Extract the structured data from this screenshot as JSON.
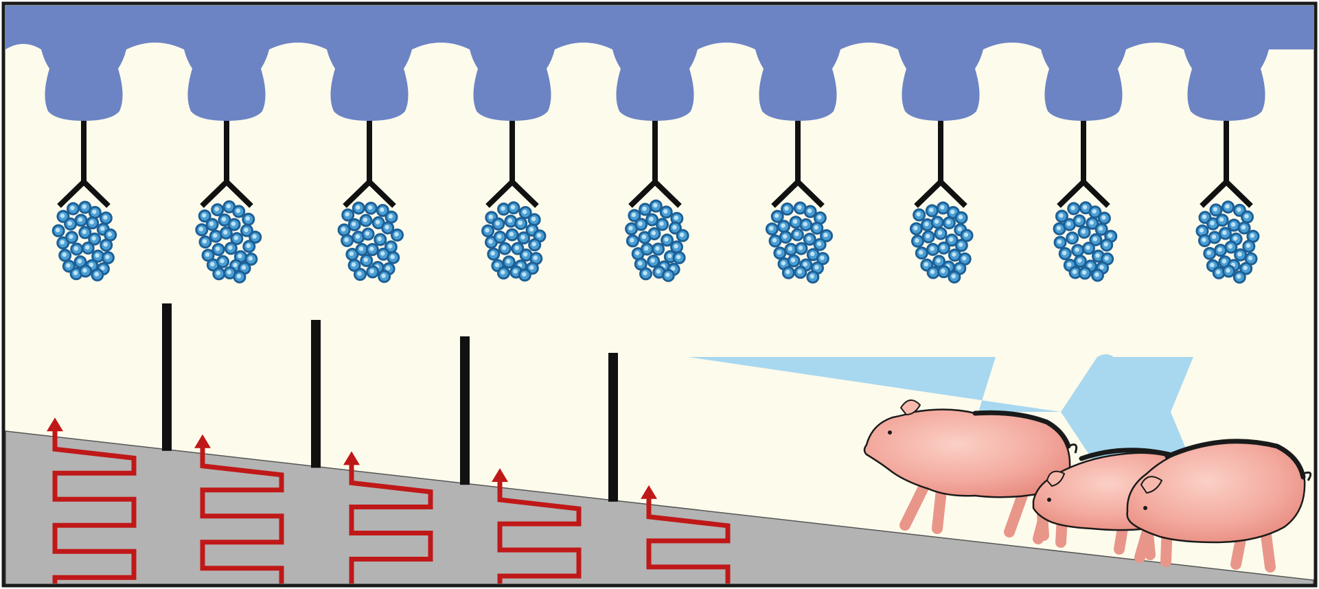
{
  "colors": {
    "background": "#fdfbec",
    "border": "#1a1a1a",
    "ceiling": "#6c84c4",
    "nozzle": "#111111",
    "droplet_fill": "#4a9fd4",
    "droplet_ring": "#1d5f95",
    "droplet_highlight": "#bfe3f5",
    "arrow": "#a8d8ef",
    "floor": "#b3b3b3",
    "post": "#111111",
    "heating_pipe": "#c01818",
    "pig_body": "#f3a99e",
    "pig_outline": "#1a1a1a"
  },
  "icons": {
    "ceiling": "ceiling-duct-icon",
    "nozzle": "spray-nozzle-icon",
    "droplets": "water-droplets-icon",
    "arrow": "airflow-arrow-icon",
    "post": "partition-post-icon",
    "pipe": "floor-heating-pipe-icon",
    "pig": "pig-icon"
  },
  "counts": {
    "nozzles": 9,
    "posts": 4,
    "heating_loops": 5,
    "pigs": 3
  }
}
